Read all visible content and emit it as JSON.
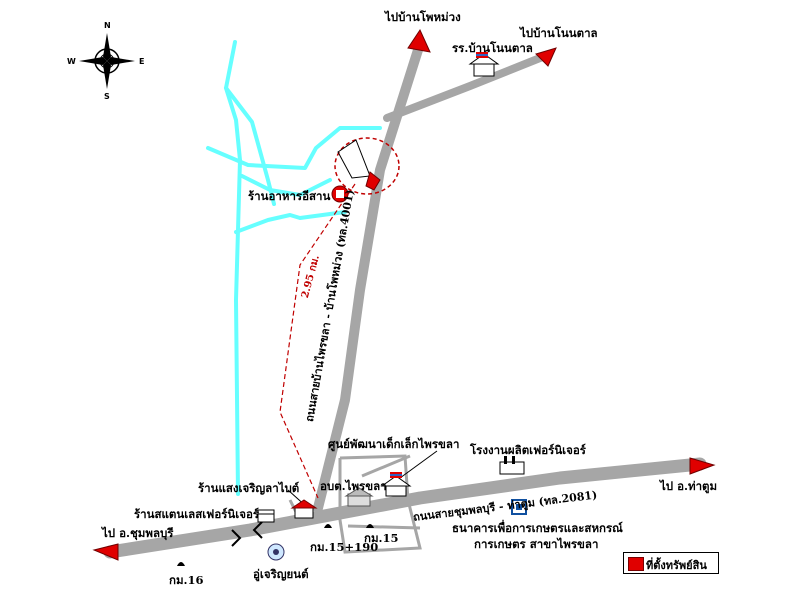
{
  "compass": {
    "n": "N",
    "s": "S",
    "e": "E",
    "w": "W"
  },
  "labels": {
    "to_ban_pho_muang": "ไปบ้านโพหม่วง",
    "to_ban_non_tan": "ไปบ้านโนนตาล",
    "school_non_tan": "รร.บ้านโนนตาล",
    "isan_restaurant": "ร้านอาหารอีสาน",
    "child_center": "ศูนย์พัฒนาเด็กเล็กไพรขลา",
    "furniture_factory": "โรงงานผลิตเฟอร์นิเจอร์",
    "to_tha_tum": "ไป อ.ท่าตูม",
    "to_chumphon_buri": "ไป อ.ชุมพลบุรี",
    "rice_shop": "ร้านแสงเจริญลาไบต์",
    "steel_furniture_shop": "ร้านสแตนเลสเฟอร์นิเจอร์",
    "obt": "อบต.ไพรขลา",
    "baac_line1": "ธนาคารเพื่อการเกษตรและสหกรณ์",
    "baac_line2": "การเกษตร สาขาไพรขลา",
    "garage": "อู่เจริญยนต์",
    "km16": "กม.16",
    "km15_190": "กม.15+190",
    "km15": "กม.15"
  },
  "roads": {
    "main_road": "ถนนสายชุมพลบุรี - ท่าตูม (ทล.2081)",
    "branch_road": "ถนนสายบ้านไพรขลา - บ้านโพหม่วง (ทล.4001)"
  },
  "distance": "2.95 กม.",
  "legend": {
    "label": "ที่ตั้งทรัพย์สิน"
  },
  "colors": {
    "road": "#a6a6a6",
    "river": "#66ffff",
    "arrow": "#e00000",
    "property": "#e00000",
    "distance_line": "#c00000"
  }
}
